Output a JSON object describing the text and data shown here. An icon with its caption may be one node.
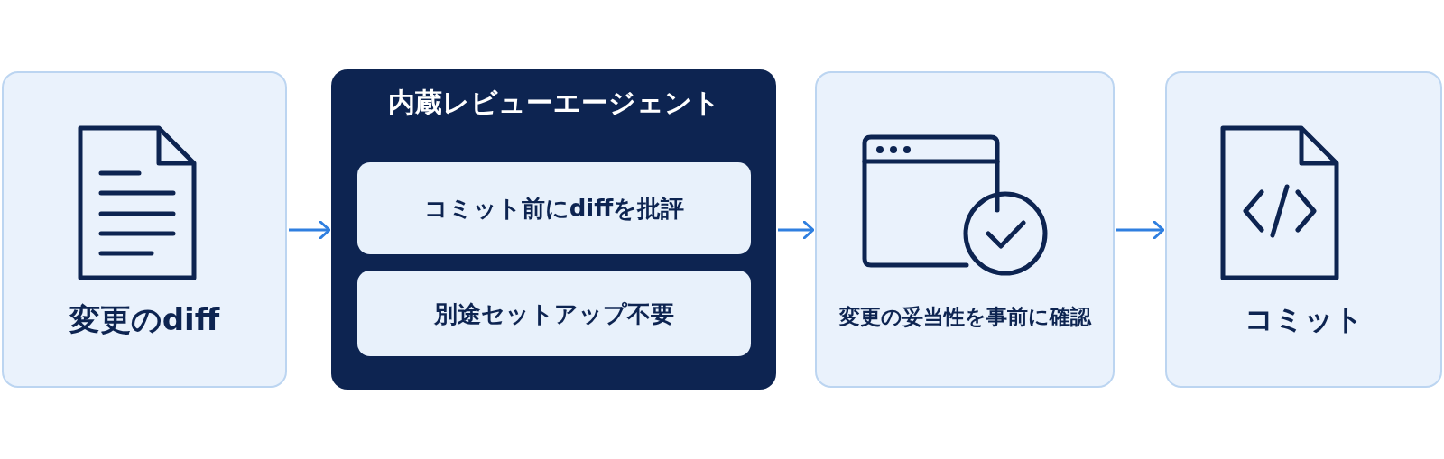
{
  "diagram": {
    "nodes": [
      {
        "text": [
          "変更のdiff"
        ]
      },
      {
        "text": [
          "内蔵レビューエージェント"
        ]
      },
      {
        "text": [
          "コミット前にdiffを批評"
        ],
        "in": 1
      },
      {
        "text": [
          "別途セットアップ不要"
        ],
        "in": 1
      },
      {
        "text": [
          "変更の妥当性を事前に確認"
        ]
      },
      {
        "text": [
          "コミット"
        ]
      }
    ],
    "edges": [
      {
        "from": 0,
        "to": 1,
        "arrow": "to"
      },
      {
        "from": 1,
        "to": 4,
        "arrow": "to"
      },
      {
        "from": 4,
        "to": 5,
        "arrow": "to"
      }
    ]
  }
}
